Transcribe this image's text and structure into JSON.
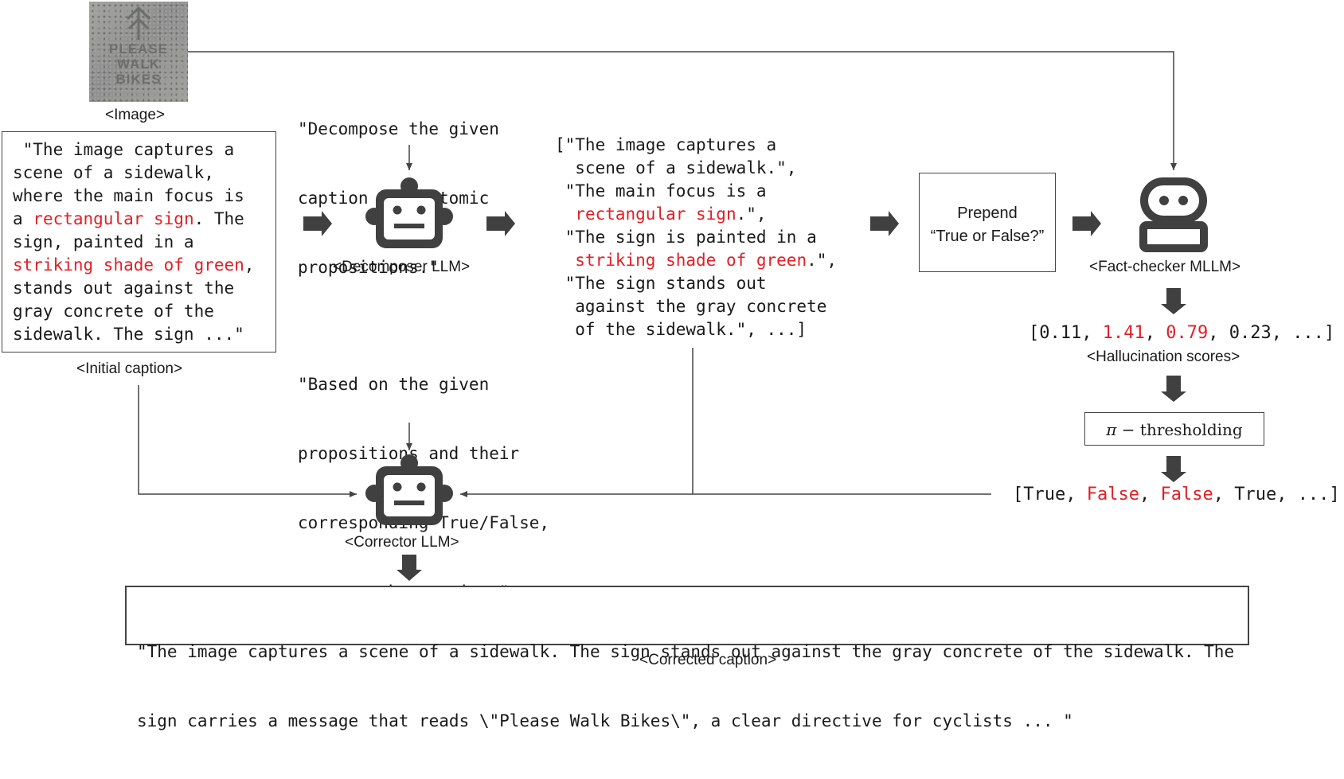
{
  "image": {
    "label": "<Image>",
    "photo_text": [
      "PLEASE",
      "WALK",
      "BIKES"
    ]
  },
  "initial_caption": {
    "label": "<Initial caption>",
    "lines": [
      [
        {
          "t": " \"The image captures a"
        }
      ],
      [
        {
          "t": "scene of a sidewalk,"
        }
      ],
      [
        {
          "t": "where the main focus is"
        }
      ],
      [
        {
          "t": "a "
        },
        {
          "t": "rectangular sign",
          "hl": true
        },
        {
          "t": ". The"
        }
      ],
      [
        {
          "t": "sign, painted in a"
        }
      ],
      [
        {
          "t": "striking shade of green",
          "hl": true
        },
        {
          "t": ","
        }
      ],
      [
        {
          "t": "stands out against the"
        }
      ],
      [
        {
          "t": "gray concrete of the"
        }
      ],
      [
        {
          "t": "sidewalk. The sign ...\""
        }
      ]
    ]
  },
  "decompose_prompt": [
    "\"Decompose the given",
    "caption into atomic",
    "propositions.\""
  ],
  "decomposer": {
    "label": "<Decomposer LLM>"
  },
  "propositions": {
    "lines": [
      [
        {
          "t": "[\"The image captures a"
        }
      ],
      [
        {
          "t": "  scene of a sidewalk.\","
        }
      ],
      [
        {
          "t": " \"The main focus is a"
        }
      ],
      [
        {
          "t": "  "
        },
        {
          "t": "rectangular sign",
          "hl": true
        },
        {
          "t": ".\","
        }
      ],
      [
        {
          "t": " \"The sign is painted in a"
        }
      ],
      [
        {
          "t": "  "
        },
        {
          "t": "striking shade of green",
          "hl": true
        },
        {
          "t": ".\","
        }
      ],
      [
        {
          "t": " \"The sign stands out"
        }
      ],
      [
        {
          "t": "  against the gray concrete"
        }
      ],
      [
        {
          "t": "  of the sidewalk.\", ...]"
        }
      ]
    ]
  },
  "prepend": {
    "line1": "Prepend",
    "line2": "“True or False?”"
  },
  "fact_checker": {
    "label": "<Fact-checker MLLM>"
  },
  "hallucination_scores": {
    "label": "<Hallucination scores>",
    "values": [
      {
        "t": "0.11"
      },
      {
        "t": "1.41",
        "hl": true
      },
      {
        "t": "0.79",
        "hl": true
      },
      {
        "t": "0.23"
      }
    ],
    "ellipsis": "..."
  },
  "thresholding": {
    "pi": "π",
    "minus": "−",
    "word": "thresholding"
  },
  "truth_values": {
    "values": [
      {
        "t": "True"
      },
      {
        "t": "False",
        "hl": true
      },
      {
        "t": "False",
        "hl": true
      },
      {
        "t": "True"
      }
    ],
    "ellipsis": "..."
  },
  "correct_prompt": [
    "\"Based on the given",
    "propositions and their",
    "corresponding True/False,",
    "correct the caption.\""
  ],
  "corrector": {
    "label": "<Corrector LLM>"
  },
  "corrected_caption": {
    "label": "<Corrected caption>",
    "lines": [
      "\"The image captures a scene of a sidewalk. The sign stands out against the gray concrete of the sidewalk. The",
      "sign carries a message that reads \\\"Please Walk Bikes\\\", a clear directive for cyclists ... \""
    ]
  },
  "colors": {
    "highlight": "#e21f26",
    "ink": "#404040",
    "line": "#444444"
  }
}
